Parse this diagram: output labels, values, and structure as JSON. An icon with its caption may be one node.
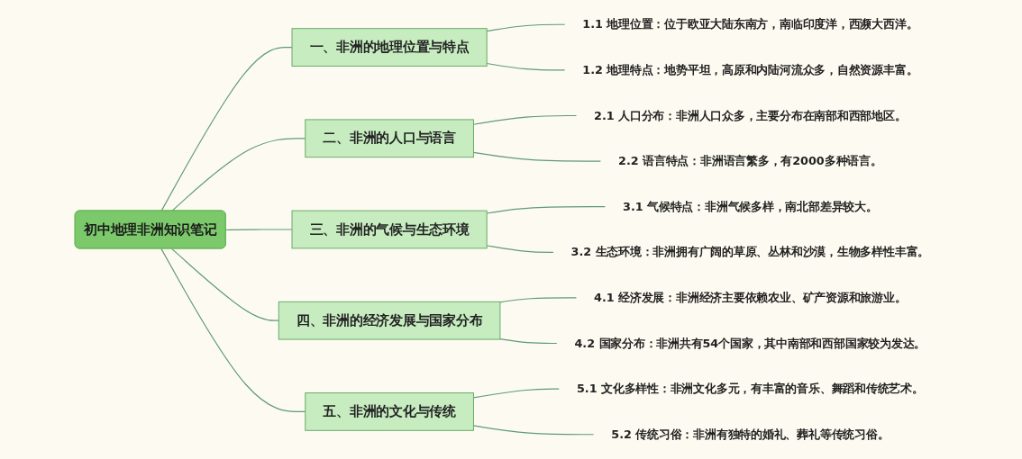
{
  "diagram": {
    "nodes": [
      {
        "text": [
          "初中地理非洲知识笔记"
        ]
      },
      {
        "text": [
          "一、非洲的地理位置与特点"
        ]
      },
      {
        "text": [
          "1.1 地理位置：位于欧亚大陆东南方，南临印度洋，西濒大西洋。"
        ]
      },
      {
        "text": [
          "1.2 地理特点：地势平坦，高原和内陆河流众多，自然资源丰富。"
        ]
      },
      {
        "text": [
          "二、非洲的人口与语言"
        ]
      },
      {
        "text": [
          "2.1 人口分布：非洲人口众多，主要分布在南部和西部地区。"
        ]
      },
      {
        "text": [
          "2.2 语言特点：非洲语言繁多，有2000多种语言。"
        ]
      },
      {
        "text": [
          "三、非洲的气候与生态环境"
        ]
      },
      {
        "text": [
          "3.1 气候特点：非洲气候多样，南北部差异较大。"
        ]
      },
      {
        "text": [
          "3.2 生态环境：非洲拥有广阔的草原、丛林和沙漠，生物多样性丰富。"
        ]
      },
      {
        "text": [
          "四、非洲的经济发展与国家分布"
        ]
      },
      {
        "text": [
          "4.1 经济发展：非洲经济主要依赖农业、矿产资源和旅游业。"
        ]
      },
      {
        "text": [
          "4.2 国家分布：非洲共有54个国家，其中南部和西部国家较为发达。"
        ]
      },
      {
        "text": [
          "五、非洲的文化与传统"
        ]
      },
      {
        "text": [
          "5.1 文化多样性：非洲文化多元，有丰富的音乐、舞蹈和传统艺术。"
        ]
      },
      {
        "text": [
          "5.2 传统习俗：非洲有独特的婚礼、葬礼等传统习俗。"
        ]
      }
    ],
    "edges": [
      {
        "from": 0,
        "to": 1,
        "arrow": "none"
      },
      {
        "from": 0,
        "to": 4,
        "arrow": "none"
      },
      {
        "from": 0,
        "to": 7,
        "arrow": "none"
      },
      {
        "from": 0,
        "to": 10,
        "arrow": "none"
      },
      {
        "from": 0,
        "to": 13,
        "arrow": "none"
      },
      {
        "from": 1,
        "to": 2,
        "arrow": "none"
      },
      {
        "from": 1,
        "to": 3,
        "arrow": "none"
      },
      {
        "from": 4,
        "to": 5,
        "arrow": "none"
      },
      {
        "from": 4,
        "to": 6,
        "arrow": "none"
      },
      {
        "from": 7,
        "to": 8,
        "arrow": "none"
      },
      {
        "from": 7,
        "to": 9,
        "arrow": "none"
      },
      {
        "from": 10,
        "to": 11,
        "arrow": "none"
      },
      {
        "from": 10,
        "to": 12,
        "arrow": "none"
      },
      {
        "from": 13,
        "to": 14,
        "arrow": "none"
      },
      {
        "from": 13,
        "to": 15,
        "arrow": "none"
      }
    ]
  }
}
